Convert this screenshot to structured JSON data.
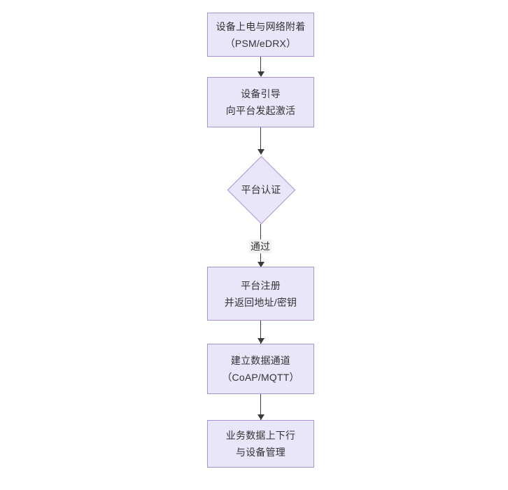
{
  "diagram": {
    "type": "flowchart",
    "orientation": "top-to-bottom",
    "title": "",
    "colors": {
      "node_fill": "#e9e6fa",
      "node_border": "#a98fd6",
      "connector": "#3b3b3b",
      "text": "#333333",
      "edge_label_background": "#f2f2f2",
      "canvas_background": "#ffffff"
    },
    "nodes": [
      {
        "id": "power-on",
        "shape": "rectangle",
        "lines": [
          "设备上电与网络附着",
          "（PSM/eDRX）"
        ]
      },
      {
        "id": "bootstrap",
        "shape": "rectangle",
        "lines": [
          "设备引导",
          "向平台发起激活"
        ]
      },
      {
        "id": "platform-auth",
        "shape": "diamond",
        "lines": [
          "平台认证"
        ]
      },
      {
        "id": "platform-register",
        "shape": "rectangle",
        "lines": [
          "平台注册",
          "并返回地址/密钥"
        ]
      },
      {
        "id": "data-channel",
        "shape": "rectangle",
        "lines": [
          "建立数据通道",
          "（CoAP/MQTT）"
        ]
      },
      {
        "id": "business-data",
        "shape": "rectangle",
        "lines": [
          "业务数据上下行",
          "与设备管理"
        ]
      }
    ],
    "edges": [
      {
        "id": "e1",
        "from": "power-on",
        "to": "bootstrap",
        "label": ""
      },
      {
        "id": "e2",
        "from": "bootstrap",
        "to": "platform-auth",
        "label": ""
      },
      {
        "id": "e3",
        "from": "platform-auth",
        "to": "platform-register",
        "label": "通过"
      },
      {
        "id": "e4",
        "from": "platform-register",
        "to": "data-channel",
        "label": ""
      },
      {
        "id": "e5",
        "from": "data-channel",
        "to": "business-data",
        "label": ""
      }
    ]
  }
}
